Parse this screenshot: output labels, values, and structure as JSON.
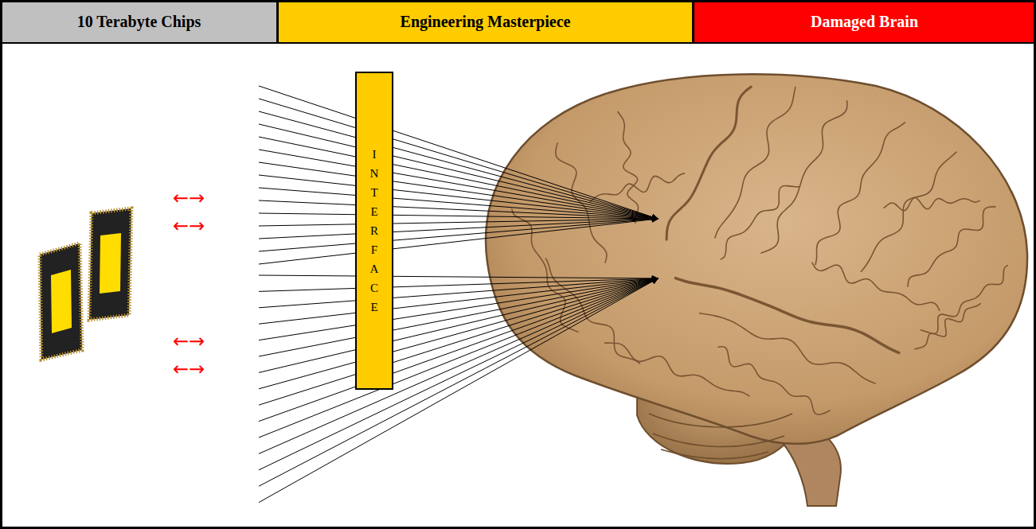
{
  "diagram": {
    "nodes": [
      {
        "text": [
          "10 Terabyte Chips"
        ]
      },
      {
        "text": [
          "Engineering Masterpiece"
        ]
      },
      {
        "text": [
          "Damaged Brain"
        ]
      },
      {
        "text": [
          "INTERFACE"
        ]
      }
    ],
    "labels": [
      "←→",
      "←→",
      "←→",
      "←→"
    ]
  }
}
